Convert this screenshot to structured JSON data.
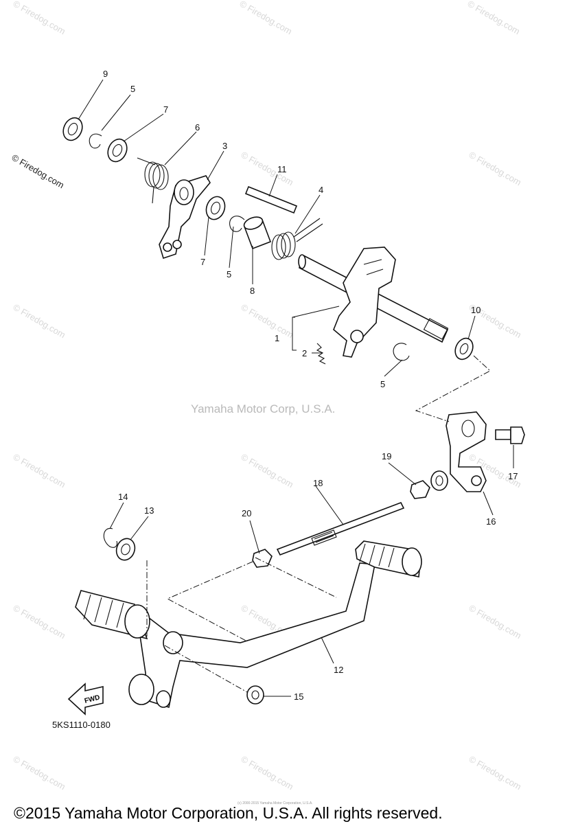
{
  "watermark": "© Firedog.com",
  "center_watermark": "Yamaha Motor Corp, U.S.A.",
  "diagram_code": "5KS1110-0180",
  "fwd_label": "FWD",
  "copyright": "©2015 Yamaha Motor Corporation, U.S.A. All rights reserved.",
  "fine_print": "(c) 2000-2015 Yamaha Motor Corporation, U.S.A.",
  "callouts": {
    "c1": "1",
    "c2": "2",
    "c3": "3",
    "c4": "4",
    "c5a": "5",
    "c5b": "5",
    "c5c": "5",
    "c6": "6",
    "c7a": "7",
    "c7b": "7",
    "c8": "8",
    "c9": "9",
    "c10": "10",
    "c11": "11",
    "c12": "12",
    "c13": "13",
    "c14": "14",
    "c15": "15",
    "c16": "16",
    "c17": "17",
    "c18": "18",
    "c19": "19",
    "c20": "20"
  }
}
